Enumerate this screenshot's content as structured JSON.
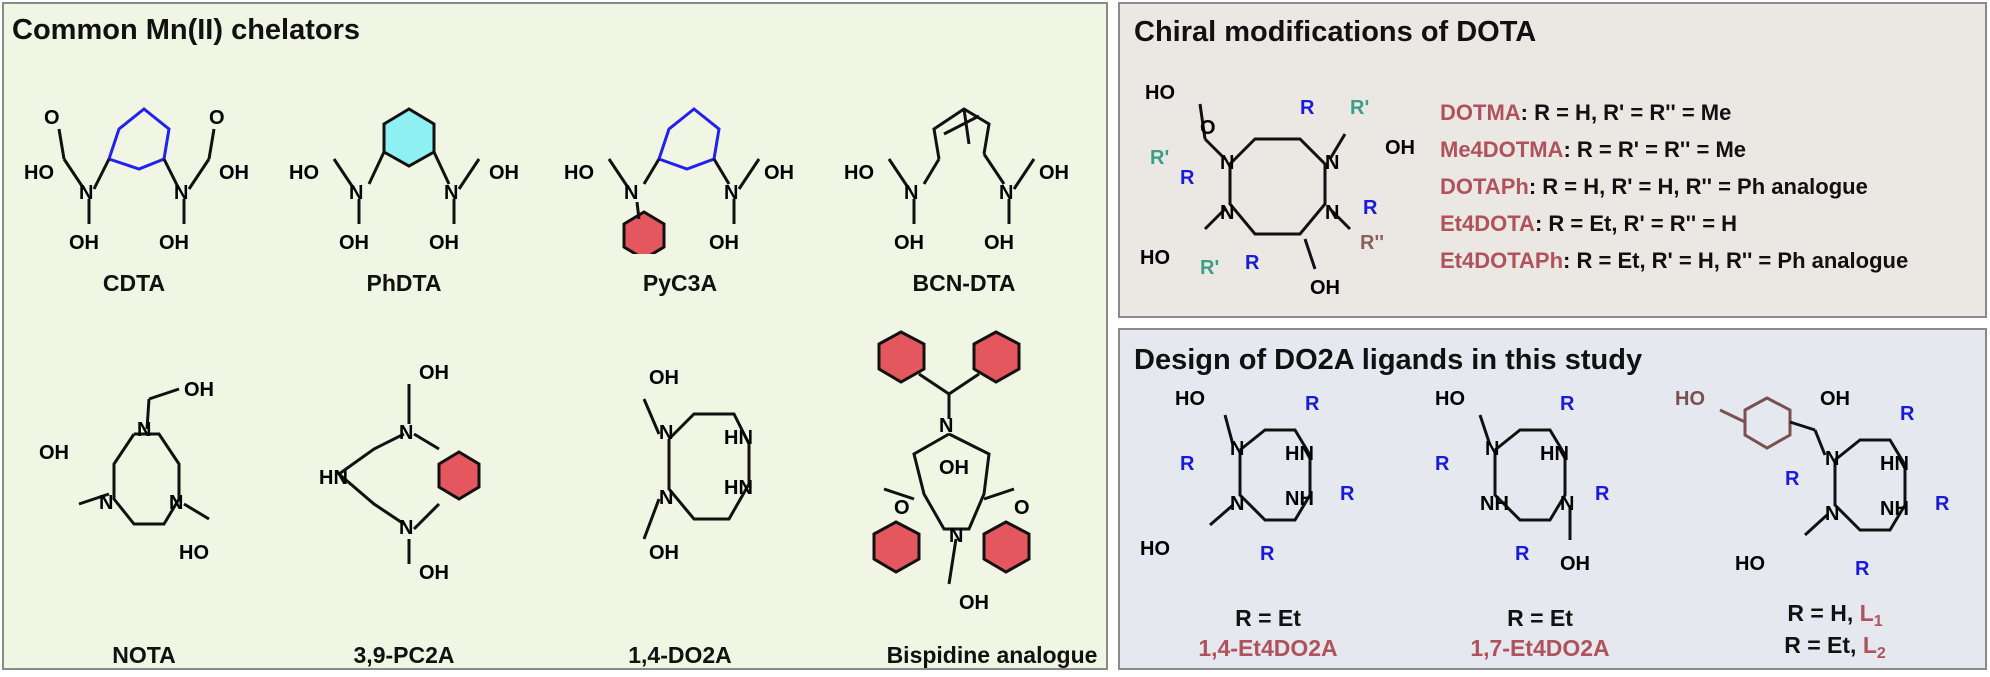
{
  "left_panel": {
    "title": "Common Mn(II) chelators",
    "labels": [
      "CDTA",
      "PhDTA",
      "PyC3A",
      "BCN-DTA",
      "NOTA",
      "3,9-PC2A",
      "1,4-DO2A",
      "Bispidine analogue"
    ]
  },
  "top_right_panel": {
    "title": "Chiral modifications of DOTA",
    "definitions": [
      {
        "name": "DOTMA",
        "text": ": R = H, R' = R'' = Me"
      },
      {
        "name": "Me4DOTMA",
        "text": ": R = R' = R'' = Me"
      },
      {
        "name": "DOTAPh",
        "text": ": R = H, R' = H, R'' = Ph analogue"
      },
      {
        "name": "Et4DOTA",
        "text": ": R = Et, R' = R'' = H"
      },
      {
        "name": "Et4DOTAPh",
        "text": ": R = Et, R' = H, R'' = Ph analogue"
      }
    ]
  },
  "bottom_right_panel": {
    "title": "Design of DO2A ligands in this study",
    "ligand1": {
      "r_def": "R = Et",
      "name": "1,4-Et4DO2A"
    },
    "ligand2": {
      "r_def": "R = Et",
      "name": "1,7-Et4DO2A"
    },
    "ligand3": {
      "r_def1": "R = H,",
      "name1": "L",
      "sub1": "1",
      "r_def2": "R = Et,",
      "name2": "L",
      "sub2": "2"
    }
  },
  "atoms": {
    "HO": "HO",
    "OH": "OH",
    "O": "O",
    "N": "N",
    "HN": "HN",
    "NH": "NH",
    "R": "R",
    "R1": "R'",
    "R2": "R''"
  },
  "colors": {
    "left_bg": "#f1f5e3",
    "tr_bg": "#ebe8e4",
    "br_bg": "#e5e9ef",
    "name_red": "#b0525c",
    "r_blue": "#1a1adb",
    "r_teal": "#3d9c8a",
    "pyridine_fill": "#e5575f",
    "benzene_fill": "#4fe0e8"
  }
}
